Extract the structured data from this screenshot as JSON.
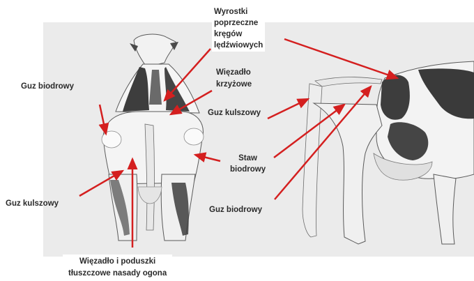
{
  "labels": {
    "wyrostki_line1": "Wyrostki",
    "wyrostki_line2": "poprzeczne",
    "wyrostki_line3": "kręgów",
    "wyrostki_line4": "lędźwiowych",
    "wiezadlo_krzyzowe_line1": "Więzadło",
    "wiezadlo_krzyzowe_line2": "krzyżowe",
    "guz_biodrowy_left": "Guz biodrowy",
    "guz_kulszowy_right": "Guz kulszowy",
    "staw_line1": "Staw",
    "staw_line2": "biodrowy",
    "guz_kulszowy_left": "Guz kulszowy",
    "guz_biodrowy_right": "Guz biodrowy",
    "wiezadlo_ogona_line1": "Więzadło i poduszki",
    "wiezadlo_ogona_line2": "tłuszczowe nasady ogona"
  },
  "colors": {
    "arrow": "#d41f1f",
    "spots": "#3d3d3d",
    "sketch_outline": "#5a5a5a",
    "sketch_bg": "#ebebeb"
  }
}
